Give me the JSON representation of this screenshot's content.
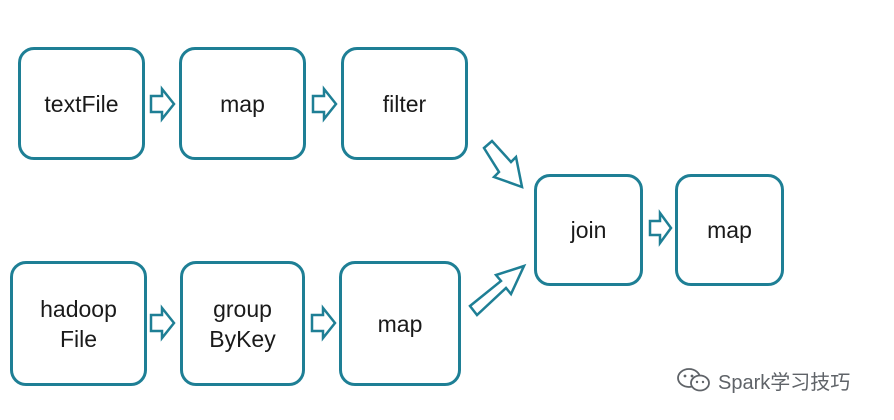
{
  "colors": {
    "border": "#1e7f95",
    "text": "#1a1a1a",
    "watermark": "#5f6368"
  },
  "diagram": {
    "nodes": [
      {
        "id": "textfile",
        "label": "textFile"
      },
      {
        "id": "map1",
        "label": "map"
      },
      {
        "id": "filter",
        "label": "filter"
      },
      {
        "id": "hadoopfile",
        "label": "hadoop\nFile"
      },
      {
        "id": "groupbykey",
        "label": "group\nByKey"
      },
      {
        "id": "map2",
        "label": "map"
      },
      {
        "id": "join",
        "label": "join"
      },
      {
        "id": "map3",
        "label": "map"
      }
    ],
    "edges": [
      {
        "from": "textfile",
        "to": "map1"
      },
      {
        "from": "map1",
        "to": "filter"
      },
      {
        "from": "filter",
        "to": "join"
      },
      {
        "from": "hadoopfile",
        "to": "groupbykey"
      },
      {
        "from": "groupbykey",
        "to": "map2"
      },
      {
        "from": "map2",
        "to": "join"
      },
      {
        "from": "join",
        "to": "map3"
      }
    ]
  },
  "watermark": {
    "text": "Spark学习技巧",
    "icon": "wechat-icon"
  }
}
